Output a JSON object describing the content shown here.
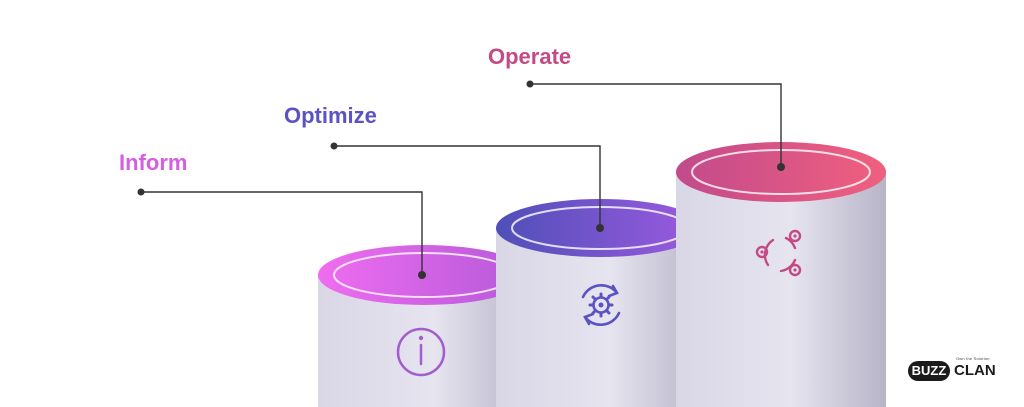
{
  "steps": [
    {
      "label": "Inform",
      "color": "#d45fe0",
      "icon": "info-icon"
    },
    {
      "label": "Optimize",
      "color": "#5b53c4",
      "icon": "gear-refresh-icon"
    },
    {
      "label": "Operate",
      "color": "#c44a86",
      "icon": "gears-cycle-icon"
    }
  ],
  "logo": {
    "tagline": "Own the Solution",
    "word_left": "BUZZ",
    "word_right": "CLAN"
  }
}
